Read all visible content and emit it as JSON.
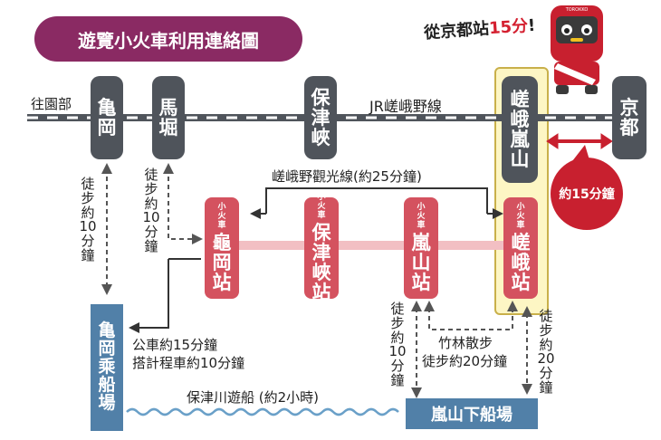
{
  "title": "遊覽小火車利用連絡圖",
  "from_kyoto": {
    "text": "從京都站",
    "minutes": "15分",
    "mark": "!"
  },
  "jr_line": {
    "toward": "往園部",
    "name": "JR嵯峨野線"
  },
  "jr_stations": {
    "kameoka": [
      "亀",
      "岡"
    ],
    "umahori": [
      "馬",
      "堀"
    ],
    "hozukyo": [
      "保",
      "津",
      "峽"
    ],
    "saga_arashiyama": [
      "嵯",
      "峨",
      "嵐",
      "山"
    ],
    "kyoto": [
      "京",
      "都"
    ]
  },
  "kyoto_time": "約15分鐘",
  "torokko_line": "嵯峨野觀光線(約25分鐘)",
  "torokko_prefix": [
    "小",
    "火",
    "車"
  ],
  "torokko_stations": {
    "kameoka": [
      "龜",
      "岡",
      "站"
    ],
    "hozukyo": [
      "保",
      "津",
      "峽",
      "站"
    ],
    "arashiyama": [
      "嵐",
      "山",
      "站"
    ],
    "saga": [
      "嵯",
      "峨",
      "站"
    ]
  },
  "walk_kameoka": [
    "徒",
    "步",
    "約",
    "10",
    "分",
    "鐘"
  ],
  "walk_umahori": [
    "徒",
    "步",
    "約",
    "10",
    "分",
    "鐘"
  ],
  "walk_arashiyama": [
    "徒",
    "步",
    "約",
    "10",
    "分",
    "鐘"
  ],
  "walk_saga": [
    "徒",
    "步",
    "約",
    "20",
    "分",
    "鐘"
  ],
  "bamboo_walk": {
    "line1": "竹林散步",
    "line2": "徒步約20分鐘"
  },
  "bus_taxi": {
    "bus": "公車約15分鐘",
    "taxi": "搭計程車約10分鐘"
  },
  "kameoka_pier": [
    "亀",
    "岡",
    "乘",
    "船",
    "場"
  ],
  "river_boat": "保津川遊船 (約2小時)",
  "arashiyama_pier": "嵐山下船場",
  "mascot_badge": "TOROKKO",
  "colors": {
    "title": "#8a2a63",
    "jr": "#4f545b",
    "torokko": "#d4525f",
    "pier": "#5180a8",
    "highlight": "#fdf6c4",
    "time_bubble": "#c8202f"
  }
}
